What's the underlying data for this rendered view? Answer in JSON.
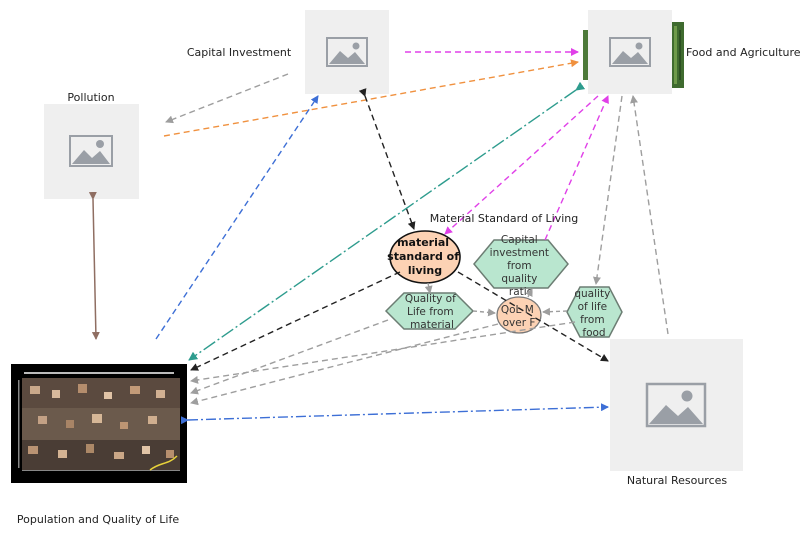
{
  "labels": {
    "capital_investment": "Capital Investment",
    "food_and_agriculture": "Food and Agriculture",
    "pollution": "Pollution",
    "material_standard_title": "Material Standard of Living",
    "natural_resources": "Natural Resources",
    "population_quality": "Population and Quality of Life"
  },
  "nodes": {
    "material_standard": [
      "material",
      "standard of",
      "living"
    ],
    "capital_investment_quality": [
      "Capital",
      "investment",
      "from",
      "quality",
      "ratio"
    ],
    "quality_of_life_material": [
      "Quality of",
      "Life from",
      "material"
    ],
    "qol_m_over_f": [
      "QoL M",
      "over F"
    ],
    "quality_of_life_food": [
      "quality",
      "of life",
      "from",
      "food"
    ]
  },
  "colors": {
    "placeholder_bg": "#efefef",
    "placeholder_icon": "#9a9fa6",
    "ellipse_fill": "#fcd2b4",
    "hexagon_fill": "#b9e6cf",
    "hexagon_stroke": "#6c7d73",
    "arrow_gray": "#9e9e9e",
    "arrow_dark": "#333333",
    "arrow_magenta": "#e040e8",
    "arrow_orange": "#f0913f",
    "arrow_blue": "#3d6fd6",
    "arrow_teal": "#2e9c8e",
    "arrow_brown": "#8f6e62"
  },
  "icons": {
    "placeholder": "image-placeholder-icon",
    "photo": "crowd-photo-thumbnail",
    "strip": "vegetation-photo-strip"
  }
}
